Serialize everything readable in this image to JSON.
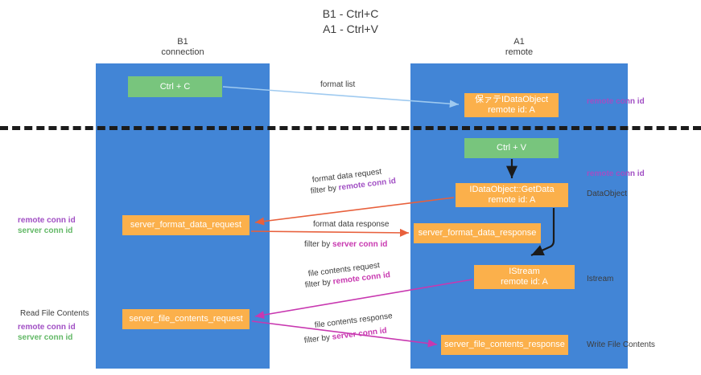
{
  "title": {
    "line1": "B1 - Ctrl+C",
    "line2": "A1 - Ctrl+V"
  },
  "lanes": [
    {
      "id": "b1",
      "title": "B1",
      "subtitle": "connection",
      "color": "#4285d6"
    },
    {
      "id": "a1",
      "title": "A1",
      "subtitle": "remote",
      "color": "#4285d6"
    }
  ],
  "colors": {
    "lane": "#4285d6",
    "green_node": "#78c57d",
    "orange_node": "#fbb04b",
    "purple_text": "#a14fc4",
    "green_text": "#62b866",
    "magenta_text": "#c838b0",
    "divider": "#1b1b1b",
    "arrow_format_list": "#9fcaf0",
    "arrow_black": "#1b1b1b",
    "arrow_red": "#e8603c",
    "arrow_magenta": "#c838b0"
  },
  "nodes": {
    "ctrl_c": {
      "line1": "Ctrl + C",
      "line2": ""
    },
    "idataobject": {
      "line1": "保ァテIDataObject",
      "line2": "remote id: A"
    },
    "ctrl_v": {
      "line1": "Ctrl + V",
      "line2": ""
    },
    "getdata": {
      "line1": "IDataObject::GetData",
      "line2": "remote id: A"
    },
    "server_format_data_request": {
      "line1": "server_format_data_request",
      "line2": ""
    },
    "server_format_data_response": {
      "line1": "server_format_data_response",
      "line2": ""
    },
    "istream": {
      "line1": "IStream",
      "line2": "remote id: A"
    },
    "server_file_contents_request": {
      "line1": "server_file_contents_request",
      "line2": ""
    },
    "server_file_contents_response": {
      "line1": "server_file_contents_response",
      "line2": ""
    }
  },
  "edge_labels": {
    "format_list": "format list",
    "format_data_request": "format data request",
    "format_data_request_filter_prefix": "filter by ",
    "format_data_request_filter_key": "remote conn id",
    "format_data_response": "format data response",
    "format_data_response_filter_prefix": "filter by ",
    "format_data_response_filter_key": "server conn id",
    "file_contents_request": "file contents request",
    "file_contents_request_filter_prefix": "filter by ",
    "file_contents_request_filter_key": "remote conn id",
    "file_contents_response": "file contents response",
    "file_contents_response_filter_prefix": "filter by ",
    "file_contents_response_filter_key": "server conn id"
  },
  "annotations": {
    "right": {
      "remote_conn_id_top": "remote conn id",
      "remote_conn_id_mid": "remote conn id",
      "dataobject": "DataObject",
      "istream": "Istream",
      "write_file_contents": "Write File Contents"
    },
    "left": {
      "remote_conn_id_mid": "remote conn id",
      "server_conn_id_mid": "server conn id",
      "read_file_contents": "Read File Contents",
      "remote_conn_id_bottom": "remote conn id",
      "server_conn_id_bottom": "server conn id"
    }
  }
}
